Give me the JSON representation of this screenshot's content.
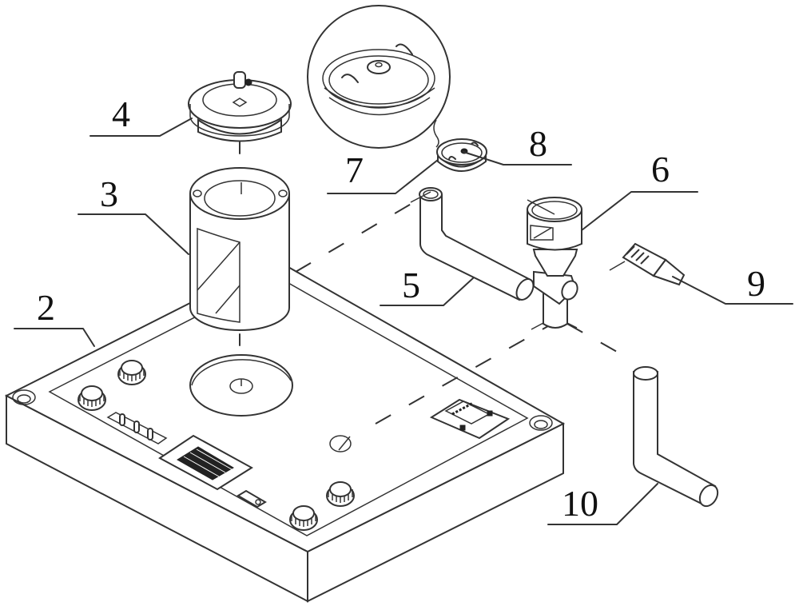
{
  "figure": {
    "type": "exploded technical drawing",
    "colors": {
      "line": "#333333",
      "background": "#ffffff"
    }
  },
  "parts": [
    {
      "id": "2",
      "label": "2",
      "component": "base-plate"
    },
    {
      "id": "3",
      "label": "3",
      "component": "cylindrical-housing"
    },
    {
      "id": "4",
      "label": "4",
      "component": "top-cap"
    },
    {
      "id": "5",
      "label": "5",
      "component": "bent-inlet-tube"
    },
    {
      "id": "6",
      "label": "6",
      "component": "funnel-tee-fitting"
    },
    {
      "id": "7",
      "label": "7",
      "component": "disc-cap"
    },
    {
      "id": "8",
      "label": "8",
      "component": "disc-cap-center-detail"
    },
    {
      "id": "9",
      "label": "9",
      "component": "threaded-connector"
    },
    {
      "id": "10",
      "label": "10",
      "component": "bent-outlet-tube"
    }
  ]
}
